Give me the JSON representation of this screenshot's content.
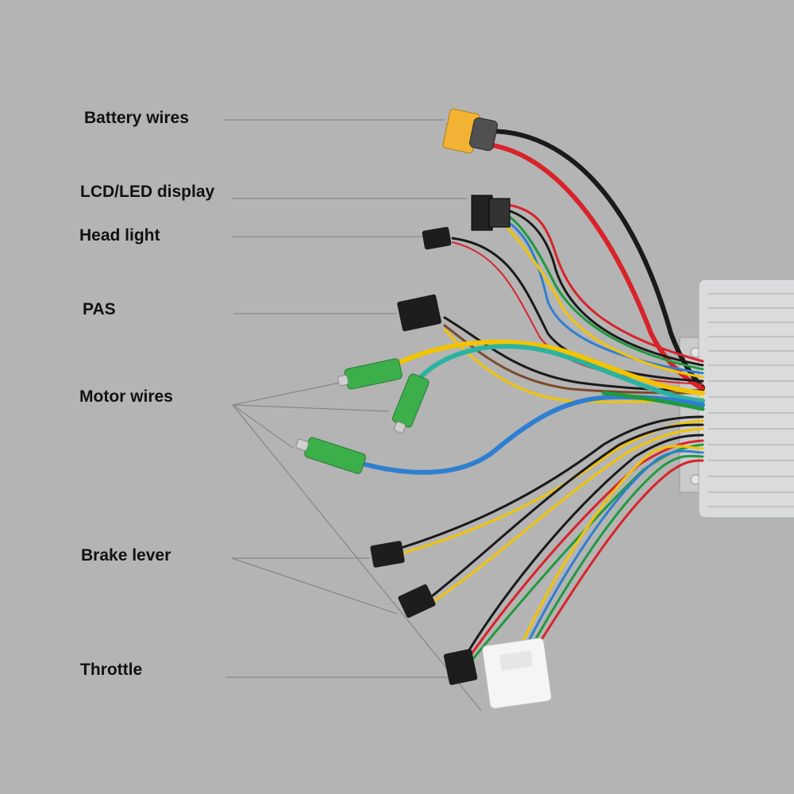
{
  "labels": {
    "battery": "Battery wires",
    "display": "LCD/LED display",
    "headlight": "Head light",
    "pas": "PAS",
    "motor": "Motor wires",
    "brake": "Brake lever",
    "throttle": "Throttle"
  },
  "colors": {
    "background": "#b4b4b4",
    "leader": "#7e7e7e",
    "wire_red": "#d8232a",
    "wire_black": "#1a1a1a",
    "wire_yellow": "#f2c400",
    "wire_blue": "#2f7fd0",
    "wire_green": "#1f9a3f",
    "wire_teal": "#2bb3a0",
    "wire_brown": "#7a4a2a",
    "connector_xt": "#f2b233",
    "connector_green": "#3cae4a",
    "housing": "#d9dbdc"
  }
}
